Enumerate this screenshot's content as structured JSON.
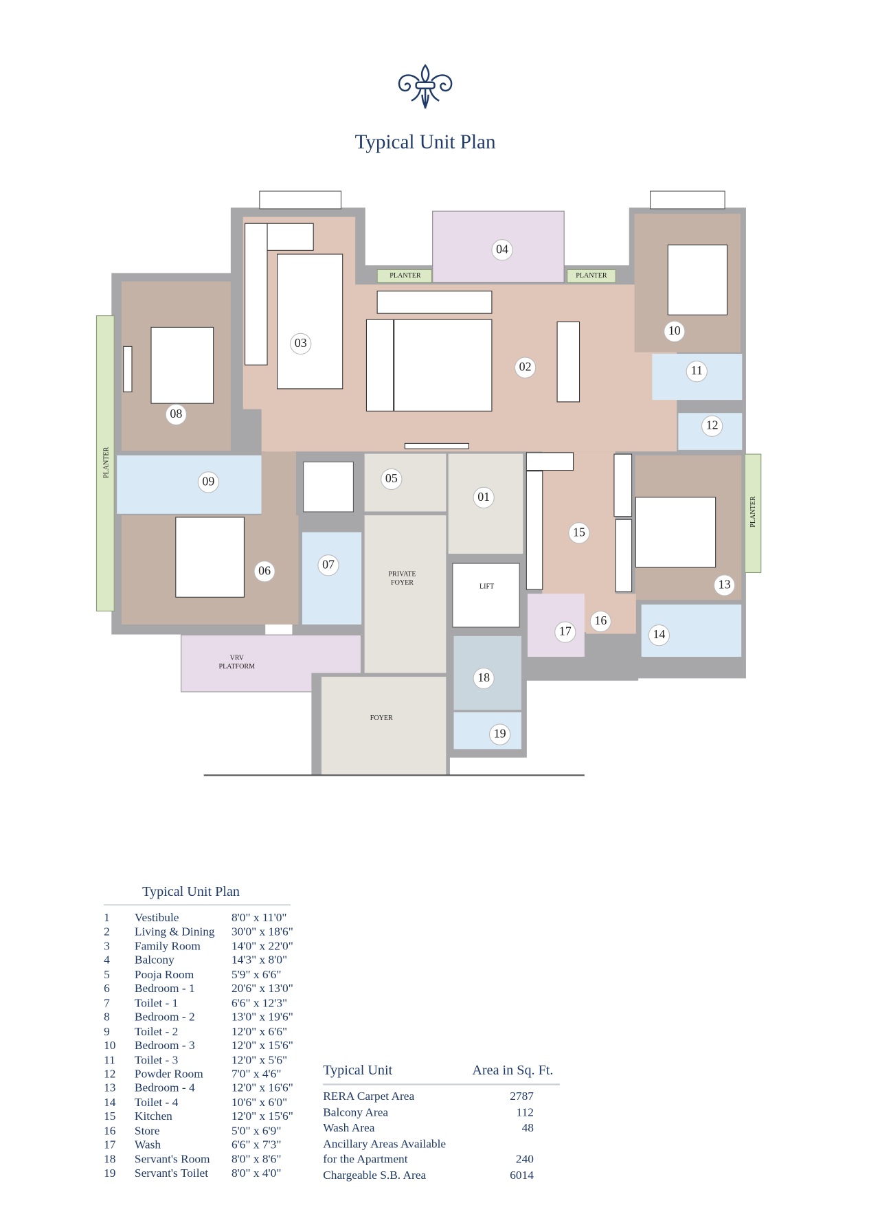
{
  "header": {
    "title": "Typical Unit Plan"
  },
  "plan": {
    "labels": {
      "planter": "PLANTER",
      "private_foyer": "PRIVATE FOYER",
      "lift": "LIFT",
      "vrv_platform": "VRV PLATFORM",
      "foyer": "FOYER"
    },
    "room_numbers": {
      "r01": "01",
      "r02": "02",
      "r03": "03",
      "r04": "04",
      "r05": "05",
      "r06": "06",
      "r07": "07",
      "r08": "08",
      "r09": "09",
      "r10": "10",
      "r11": "11",
      "r12": "12",
      "r13": "13",
      "r14": "14",
      "r15": "15",
      "r16": "16",
      "r17": "17",
      "r18": "18",
      "r19": "19"
    },
    "colors": {
      "accent": "#1f3a66",
      "living": "#dfc6b8",
      "bedroom": "#c4b2a6",
      "toilet": "#d9e9f5",
      "balcony": "#e9dcea",
      "planter": "#dbe9c6",
      "wall": "#a7a7a9"
    }
  },
  "room_table": {
    "title": "Typical Unit Plan",
    "rows": [
      {
        "no": "1",
        "name": "Vestibule",
        "size": "8'0\" x 11'0\""
      },
      {
        "no": "2",
        "name": "Living & Dining",
        "size": "30'0\" x 18'6\""
      },
      {
        "no": "3",
        "name": "Family Room",
        "size": "14'0\" x 22'0\""
      },
      {
        "no": "4",
        "name": "Balcony",
        "size": "14'3\" x 8'0\""
      },
      {
        "no": "5",
        "name": "Pooja Room",
        "size": "5'9\" x 6'6\""
      },
      {
        "no": "6",
        "name": "Bedroom - 1",
        "size": "20'6\" x 13'0\""
      },
      {
        "no": "7",
        "name": "Toilet - 1",
        "size": "6'6\" x 12'3\""
      },
      {
        "no": "8",
        "name": "Bedroom - 2",
        "size": "13'0\" x 19'6\""
      },
      {
        "no": "9",
        "name": "Toilet - 2",
        "size": "12'0\" x 6'6\""
      },
      {
        "no": "10",
        "name": "Bedroom - 3",
        "size": "12'0\" x 15'6\""
      },
      {
        "no": "11",
        "name": "Toilet - 3",
        "size": "12'0\" x 5'6\""
      },
      {
        "no": "12",
        "name": "Powder Room",
        "size": "7'0\" x 4'6\""
      },
      {
        "no": "13",
        "name": "Bedroom - 4",
        "size": "12'0\" x 16'6\""
      },
      {
        "no": "14",
        "name": "Toilet - 4",
        "size": "10'6\" x 6'0\""
      },
      {
        "no": "15",
        "name": "Kitchen",
        "size": "12'0\" x 15'6\""
      },
      {
        "no": "16",
        "name": "Store",
        "size": "5'0\" x 6'9\""
      },
      {
        "no": "17",
        "name": "Wash",
        "size": "6'6\" x 7'3\""
      },
      {
        "no": "18",
        "name": "Servant's Room",
        "size": "8'0\" x 8'6\""
      },
      {
        "no": "19",
        "name": "Servant's Toilet",
        "size": "8'0\" x 4'0\""
      }
    ]
  },
  "area_table": {
    "col1": "Typical Unit",
    "col2": "Area in Sq. Ft.",
    "rows": [
      {
        "label": "RERA Carpet Area",
        "value": "2787"
      },
      {
        "label": "Balcony Area",
        "value": "112"
      },
      {
        "label": "Wash Area",
        "value": "48"
      },
      {
        "label": "Ancillary Areas Available",
        "value": ""
      },
      {
        "label": "for the Apartment",
        "value": "240"
      },
      {
        "label": "Chargeable S.B. Area",
        "value": "6014"
      }
    ]
  }
}
